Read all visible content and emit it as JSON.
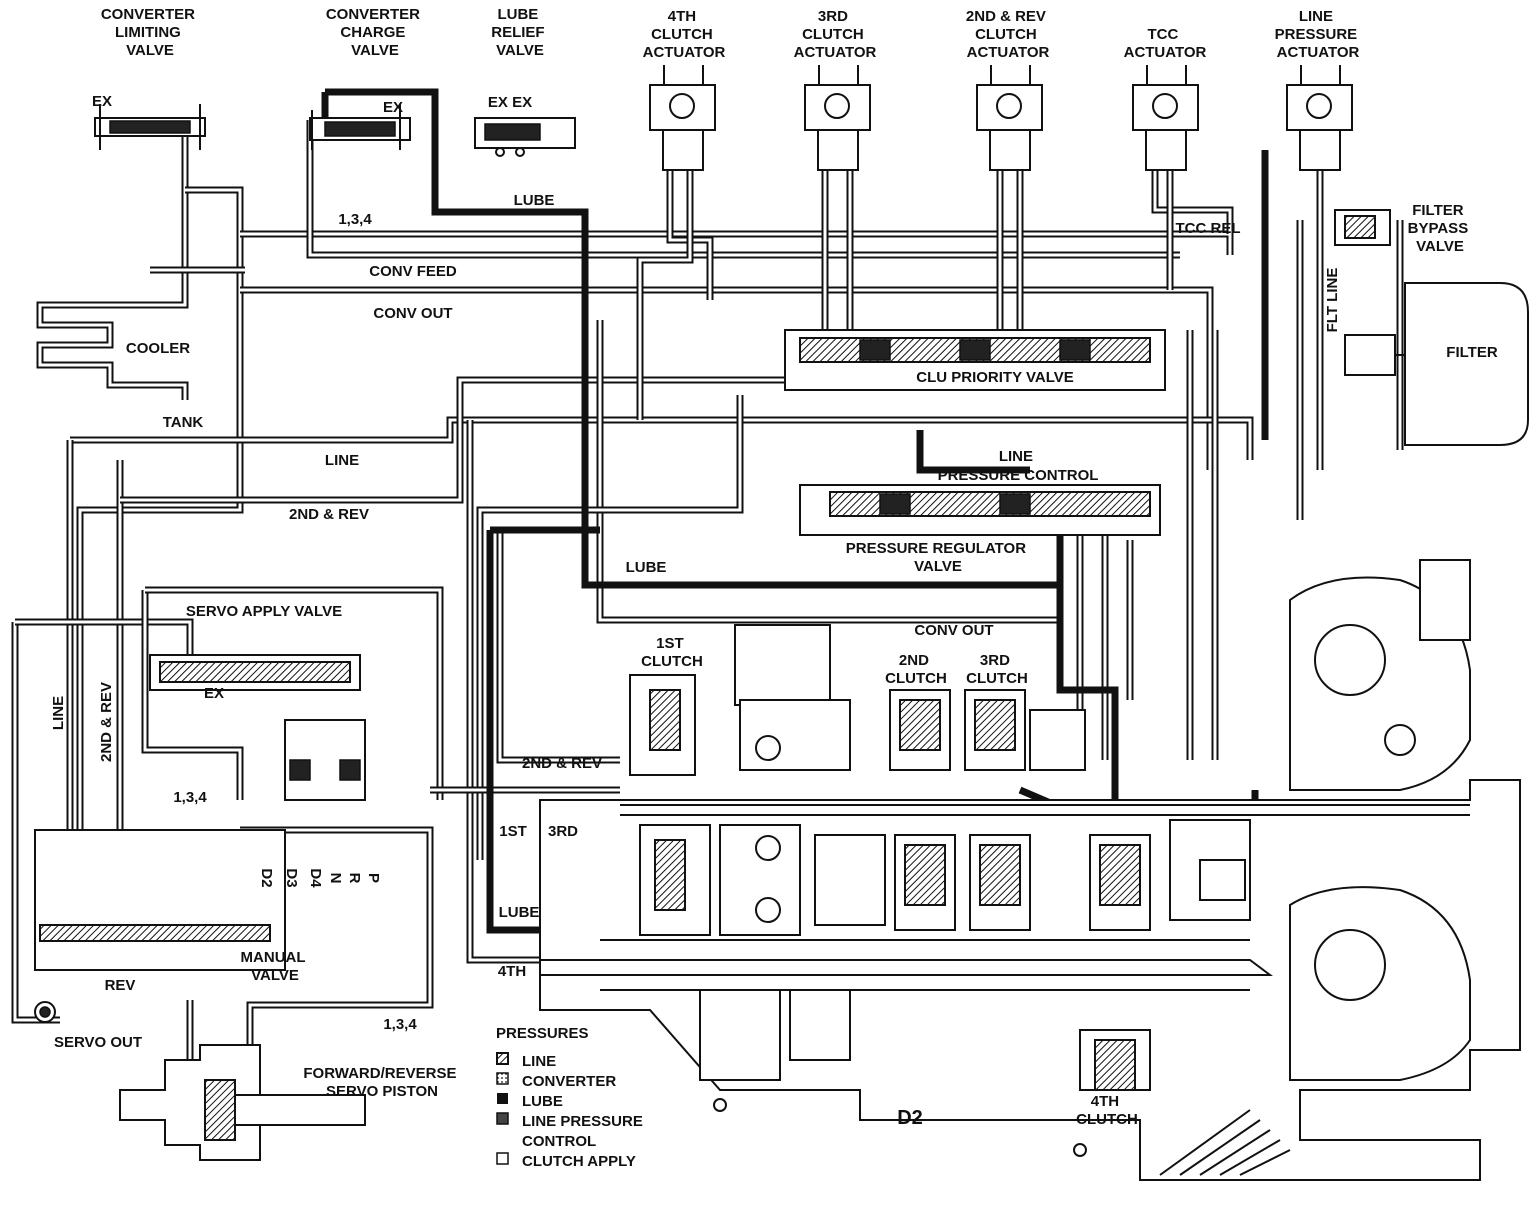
{
  "labels": {
    "converter_limiting_valve": [
      "CONVERTER",
      "LIMITING",
      "VALVE"
    ],
    "converter_charge_valve": [
      "CONVERTER",
      "CHARGE",
      "VALVE"
    ],
    "lube_relief_valve": [
      "LUBE",
      "RELIEF",
      "VALVE"
    ],
    "fourth_clutch_actuator": [
      "4TH",
      "CLUTCH",
      "ACTUATOR"
    ],
    "third_clutch_actuator": [
      "3RD",
      "CLUTCH",
      "ACTUATOR"
    ],
    "second_rev_clutch_actuator": [
      "2ND & REV",
      "CLUTCH",
      "ACTUATOR"
    ],
    "tcc_actuator": [
      "TCC",
      "ACTUATOR"
    ],
    "line_pressure_actuator": [
      "LINE",
      "PRESSURE",
      "ACTUATOR"
    ],
    "filter_bypass_valve": [
      "FILTER",
      "BYPASS",
      "VALVE"
    ],
    "filter": "FILTER",
    "flt_line": "FLT LINE",
    "cooler": "COOLER",
    "tank": "TANK",
    "ex_1": "EX",
    "ex_2": "EX",
    "ex_3": "EX EX",
    "ex_4": "EX",
    "conv_feed": "CONV FEED",
    "conv_out": "CONV OUT",
    "conv_out_2": "CONV OUT",
    "lube_1": "LUBE",
    "lube_2": "LUBE",
    "lube_3": "LUBE",
    "line_1": "LINE",
    "line_2": "LINE",
    "second_rev_1": "2ND & REV",
    "second_rev_2": "2ND & REV",
    "second_rev_3": "2ND & REV",
    "tcc_rel": "TCC REL",
    "one_three_four_1": "1,3,4",
    "one_three_four_2": "1,3,4",
    "one_three_four_3": "1,3,4",
    "clu_priority_valve": "CLU PRIORITY  VALVE",
    "line_pressure_control": [
      "LINE",
      "PRESSURE CONTROL"
    ],
    "pressure_regulator_valve": [
      "PRESSURE REGULATOR",
      "VALVE"
    ],
    "servo_apply_valve": "SERVO APPLY VALVE",
    "first_clutch": [
      "1ST",
      "CLUTCH"
    ],
    "second_clutch": [
      "2ND",
      "CLUTCH"
    ],
    "third_clutch": [
      "3RD",
      "CLUTCH"
    ],
    "fourth_clutch": [
      "4TH",
      "CLUTCH"
    ],
    "first": "1ST",
    "third": "3RD",
    "fourth": "4TH",
    "manual_valve": [
      "MANUAL",
      "VALVE"
    ],
    "rev": "REV",
    "servo_out": "SERVO OUT",
    "forward_reverse_servo_piston": [
      "FORWARD/REVERSE",
      "SERVO PISTON"
    ],
    "gear_positions": [
      "D2",
      "D3",
      "D4",
      "N",
      "R",
      "P"
    ],
    "range": "D2"
  },
  "legend": {
    "title": "PRESSURES",
    "items": [
      "LINE",
      "CONVERTER",
      "LUBE",
      "LINE PRESSURE",
      "CONTROL",
      "CLUTCH APPLY"
    ]
  }
}
